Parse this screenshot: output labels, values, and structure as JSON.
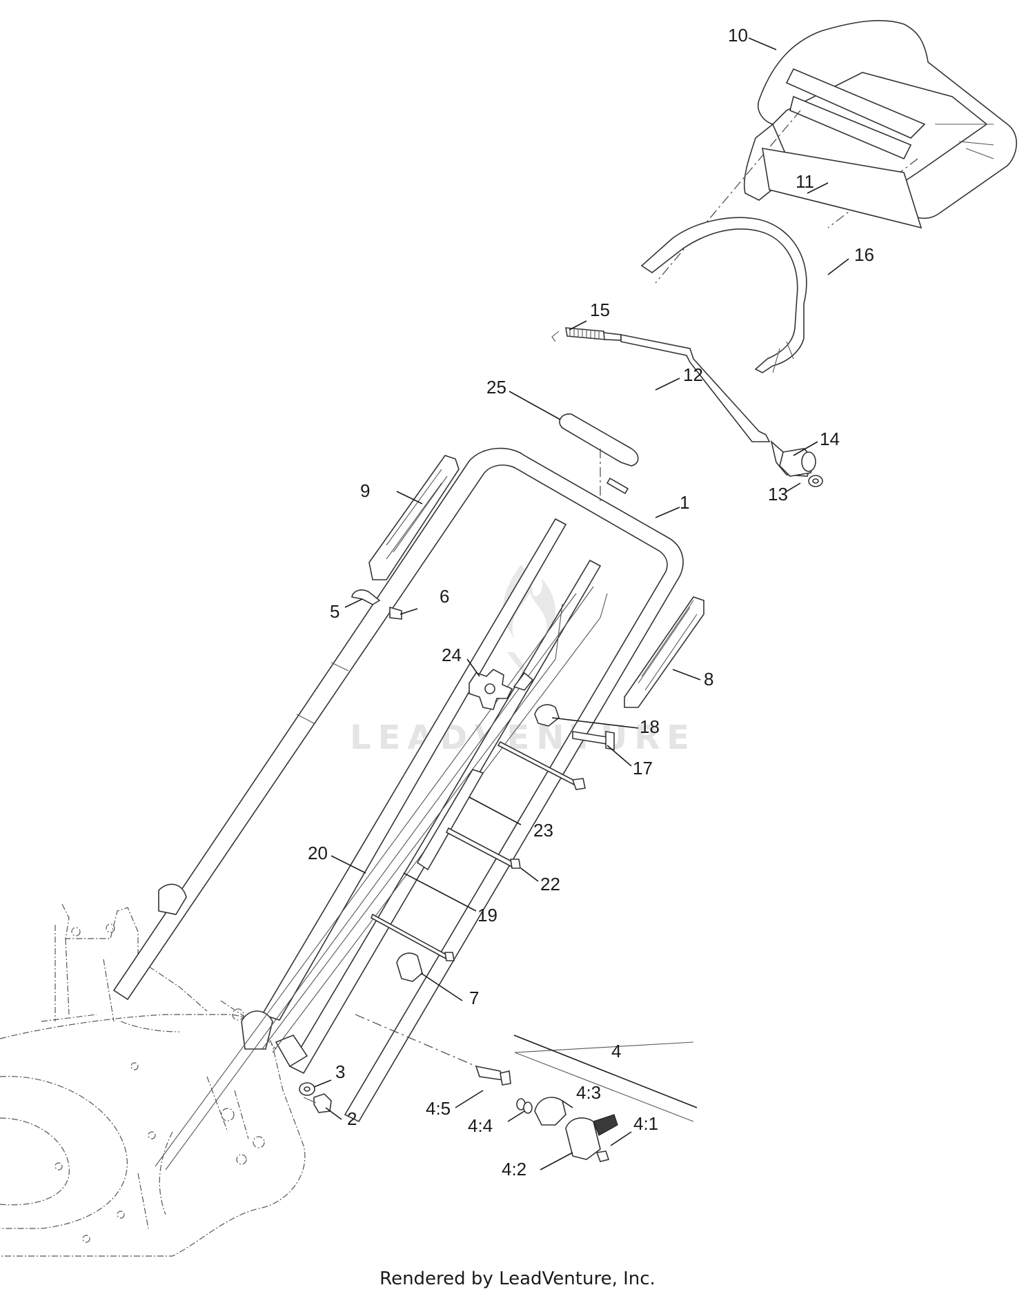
{
  "watermark": {
    "text": "LEADVENTURE"
  },
  "footer": {
    "text": "Rendered by LeadVenture, Inc."
  },
  "callouts": [
    {
      "id": "1",
      "text": "1"
    },
    {
      "id": "2",
      "text": "2"
    },
    {
      "id": "3",
      "text": "3"
    },
    {
      "id": "4",
      "text": "4"
    },
    {
      "id": "4-1",
      "text": "4:1"
    },
    {
      "id": "4-2",
      "text": "4:2"
    },
    {
      "id": "4-3",
      "text": "4:3"
    },
    {
      "id": "4-4",
      "text": "4:4"
    },
    {
      "id": "4-5",
      "text": "4:5"
    },
    {
      "id": "5",
      "text": "5"
    },
    {
      "id": "6",
      "text": "6"
    },
    {
      "id": "7",
      "text": "7"
    },
    {
      "id": "8",
      "text": "8"
    },
    {
      "id": "9",
      "text": "9"
    },
    {
      "id": "10",
      "text": "10"
    },
    {
      "id": "11",
      "text": "11"
    },
    {
      "id": "12",
      "text": "12"
    },
    {
      "id": "13",
      "text": "13"
    },
    {
      "id": "14",
      "text": "14"
    },
    {
      "id": "15",
      "text": "15"
    },
    {
      "id": "16",
      "text": "16"
    },
    {
      "id": "17",
      "text": "17"
    },
    {
      "id": "18",
      "text": "18"
    },
    {
      "id": "19",
      "text": "19"
    },
    {
      "id": "20",
      "text": "20"
    },
    {
      "id": "22",
      "text": "22"
    },
    {
      "id": "23",
      "text": "23"
    },
    {
      "id": "24",
      "text": "24"
    },
    {
      "id": "25",
      "text": "25"
    }
  ]
}
